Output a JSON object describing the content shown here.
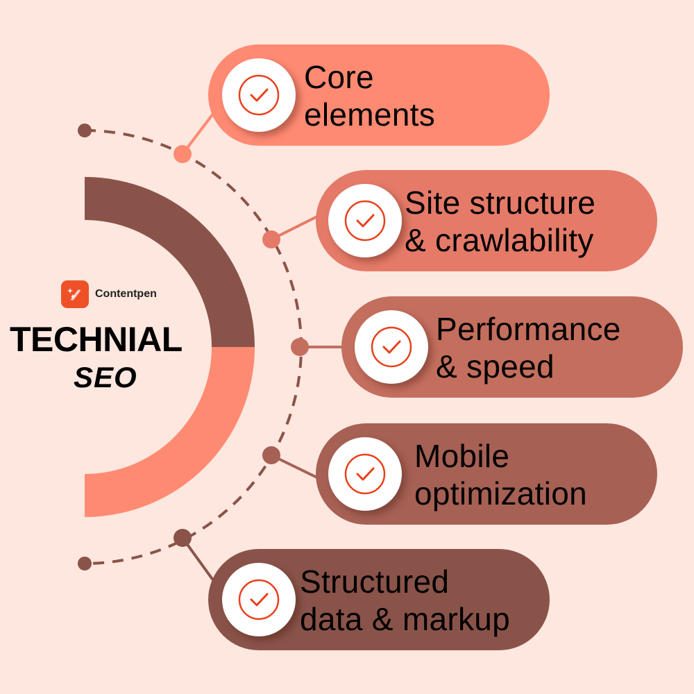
{
  "brand": {
    "name": "Contentpen",
    "icon": "pen-sparkle-icon",
    "color": "#EE5128"
  },
  "title": {
    "line1": "TECHNIAL",
    "line2": "SEO"
  },
  "colors": {
    "background": "#FDE7DF",
    "ring_top": "#8A5349",
    "ring_bottom": "#FF8A72",
    "dashed_arc": "#8A5349",
    "check_color": "#E8401C"
  },
  "items": [
    {
      "label_line1": "Core",
      "label_line2": "elements",
      "color": "#FF8A72",
      "icon": "check-circle-icon"
    },
    {
      "label_line1": "Site structure",
      "label_line2": "& crawlability",
      "color": "#E57A68",
      "icon": "check-circle-icon"
    },
    {
      "label_line1": "Performance",
      "label_line2": "& speed",
      "color": "#C46E5E",
      "icon": "check-circle-icon"
    },
    {
      "label_line1": "Mobile",
      "label_line2": "optimization",
      "color": "#A66054",
      "icon": "check-circle-icon"
    },
    {
      "label_line1": "Structured",
      "label_line2": "data & markup",
      "color": "#8A5349",
      "icon": "check-circle-icon"
    }
  ]
}
